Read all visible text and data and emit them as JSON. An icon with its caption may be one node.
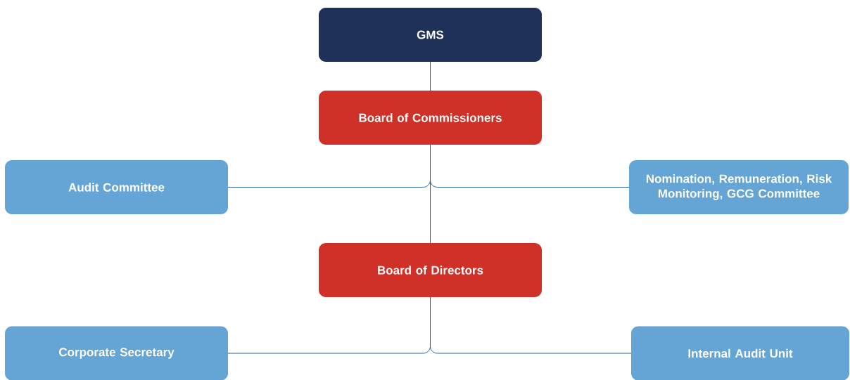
{
  "diagram": {
    "nodes": [
      {
        "text": [
          "GMS"
        ]
      },
      {
        "text": [
          "Board of Commissioners"
        ]
      },
      {
        "text": [
          "Audit Committee"
        ]
      },
      {
        "text": [
          "Nomination, Remuneration, Risk Monitoring, GCG Committee"
        ]
      },
      {
        "text": [
          "Board of Directors"
        ]
      },
      {
        "text": [
          "Corporate Secretary"
        ]
      },
      {
        "text": [
          "Internal Audit Unit"
        ]
      }
    ],
    "edges": [
      {
        "from": 0,
        "to": 1,
        "arrow": "none"
      },
      {
        "from": 1,
        "to": 2,
        "arrow": "none"
      },
      {
        "from": 1,
        "to": 3,
        "arrow": "none"
      },
      {
        "from": 1,
        "to": 4,
        "arrow": "none"
      },
      {
        "from": 4,
        "to": 5,
        "arrow": "none"
      },
      {
        "from": 4,
        "to": 6,
        "arrow": "none"
      }
    ]
  }
}
